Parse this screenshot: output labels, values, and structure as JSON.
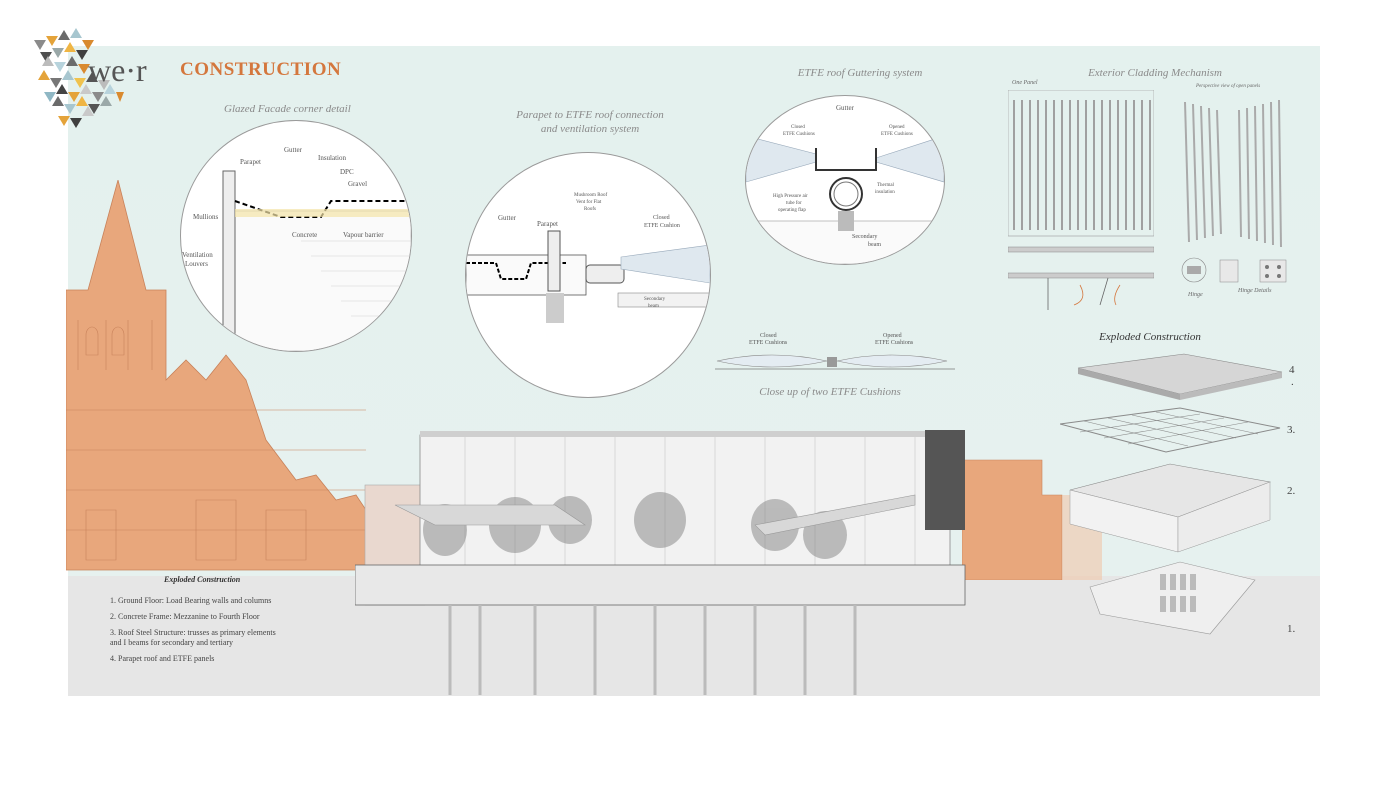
{
  "header": {
    "logo_text": "we·r",
    "title": "CONSTRUCTION"
  },
  "facade_detail": {
    "title": "Glazed Facade corner detail",
    "labels": [
      "Parapet",
      "Gutter",
      "Insulation",
      "DPC",
      "Gravel",
      "Mullions",
      "Concrete",
      "Vapour barrier",
      "Ventilation",
      "Louvers"
    ]
  },
  "parapet_detail": {
    "title_line1": "Parapet to ETFE roof connection",
    "title_line2": "and ventilation system",
    "labels": [
      "Gutter",
      "Parapet",
      "Mushroom Roof",
      "Vent for Flat",
      "Roofs",
      "Closed",
      "ETFE Cushion",
      "Secondary",
      "beam"
    ]
  },
  "gutter_detail": {
    "title": "ETFE roof Guttering system",
    "labels": [
      "Gutter",
      "Closed",
      "ETFE Cushions",
      "Opened",
      "ETFE Cushions",
      "High Pressure air",
      "tube for",
      "operating flap",
      "Thermal",
      "insulation",
      "Secondary",
      "beam"
    ]
  },
  "cushions": {
    "title": "Close up of two ETFE Cushions",
    "labels": [
      "Closed",
      "ETFE Cushions",
      "Opened",
      "ETFE Cushions"
    ]
  },
  "cladding": {
    "title": "Exterior Cladding  Mechanism",
    "one_panel": "One Panel",
    "perspective": "Perspective view of open panels",
    "hinge": "Hinge",
    "hinge_details": "Hinge Details"
  },
  "exploded": {
    "title": "Exploded Construction",
    "numbers": [
      "4",
      ".",
      "3.",
      "2.",
      "1."
    ]
  },
  "legend": {
    "title": "Exploded Construction",
    "items": [
      "1.   Ground Floor: Load Bearing walls  and columns",
      "2.   Concrete Frame: Mezzanine to Fourth Floor",
      "3.   Roof Steel Structure: trusses as primary elements",
      "       and I beams for secondary and tertiary",
      "4.   Parapet roof and ETFE panels"
    ]
  },
  "colors": {
    "accent": "#d4773d",
    "building": "#e8a77c",
    "board": "#e4f1ee"
  }
}
